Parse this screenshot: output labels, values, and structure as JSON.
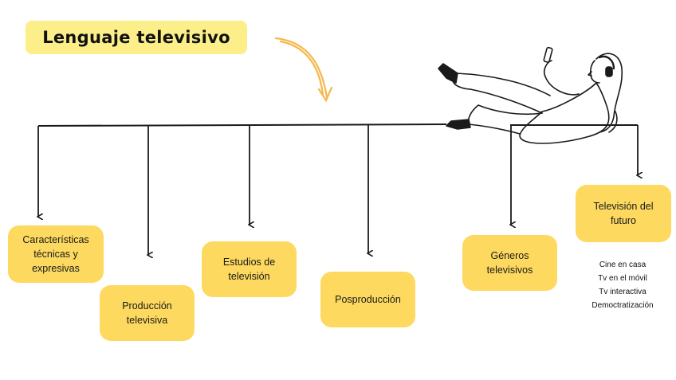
{
  "title": "Lenguaje televisivo",
  "nodes": [
    {
      "id": "caracteristicas",
      "lines": [
        "Características",
        "técnicas y",
        "expresivas"
      ]
    },
    {
      "id": "produccion",
      "lines": [
        "Producción",
        "televisiva"
      ]
    },
    {
      "id": "estudios",
      "lines": [
        "Estudios de",
        "televisión"
      ]
    },
    {
      "id": "posproduccion",
      "lines": [
        "Posproducción"
      ]
    },
    {
      "id": "generos",
      "lines": [
        "Géneros televisivos"
      ]
    },
    {
      "id": "futuro",
      "lines": [
        "Televisión del",
        "futuro"
      ]
    }
  ],
  "futuro_items": [
    "Cine en casa",
    "Tv en el móvil",
    "Tv interactiva",
    "Democtratización"
  ],
  "colors": {
    "title_bg": "#fcef8a",
    "node_bg": "#fdd95f",
    "arrow_orange": "#f6b84a",
    "line": "#1a1a1a"
  },
  "illustration": "woman-lying-with-headphones-and-phone"
}
